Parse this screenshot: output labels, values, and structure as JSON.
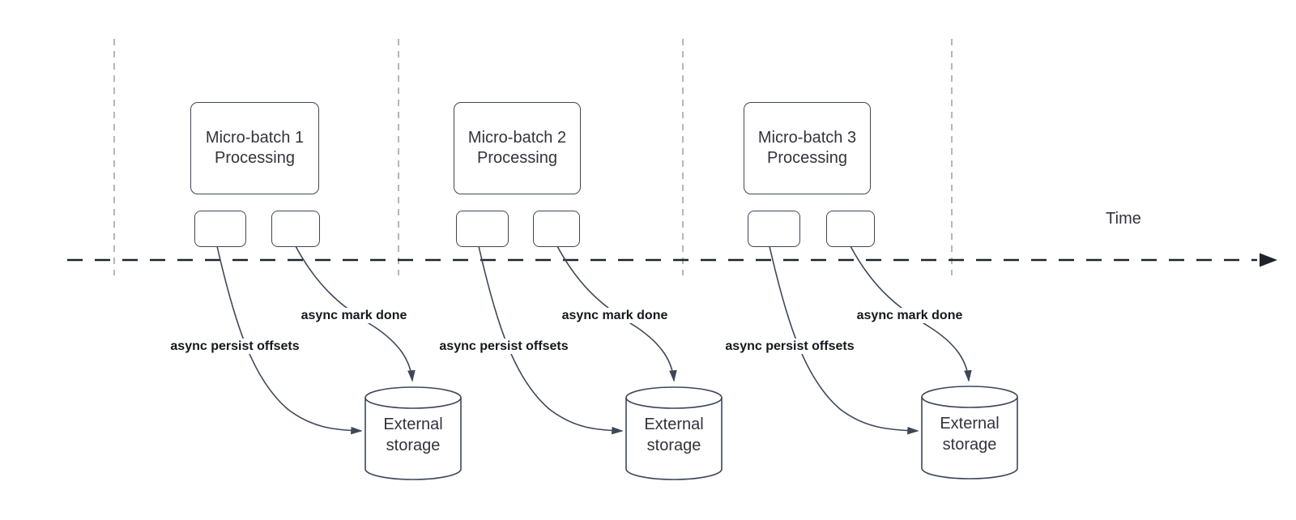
{
  "diagram": {
    "axis": {
      "label": "Time"
    },
    "panels": [
      {
        "title": "Micro-batch 1 Processing",
        "persist_label": "async persist offsets",
        "done_label": "async mark done",
        "storage": "External storage"
      },
      {
        "title": "Micro-batch 2 Processing",
        "persist_label": "async persist offsets",
        "done_label": "async mark done",
        "storage": "External storage"
      },
      {
        "title": "Micro-batch 3 Processing",
        "persist_label": "async persist offsets",
        "done_label": "async mark done",
        "storage": "External storage"
      }
    ],
    "colors": {
      "background": "#ffffff",
      "shape_stroke": "#3e4757",
      "shape_text": "#33333e",
      "bold_label_text": "#15181e",
      "timeline": "#1e222b",
      "guide_dashed": "#a9a9ad"
    }
  }
}
